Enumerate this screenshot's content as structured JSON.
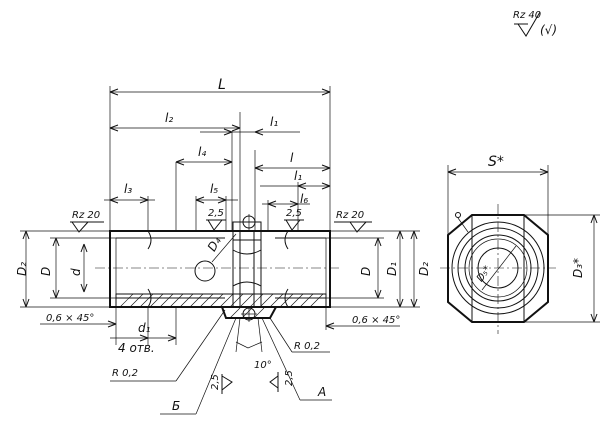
{
  "surface_finish": {
    "value": "Rz 40",
    "note": "(√)"
  },
  "dims": {
    "L": "L",
    "l2": "l₂",
    "l1_top": "l₁",
    "l4": "l₄",
    "l": "l",
    "l3": "l₃",
    "l5": "l₅",
    "l1_right": "l₁",
    "l6": "l₆",
    "rz20_left": "Rz 20",
    "rz20_right": "Rz 20",
    "v25_left": "2,5",
    "v25_right": "2,5",
    "D2_left": "D₂",
    "D_left": "D",
    "d": "d",
    "D4": "D₄",
    "D_right": "D",
    "D1": "D₁",
    "D2_right": "D₂",
    "chamfer_left": "0,6 × 45°",
    "d1": "d₁",
    "holes": "4 отв.",
    "chamfer_right": "0,6 × 45°",
    "r02_left": "R 0,2",
    "r02_right": "R 0,2",
    "angle": "10°",
    "v25_bottom_left": "2,5",
    "v25_bottom_right": "2,5",
    "B": "Б",
    "A": "А"
  },
  "side_view": {
    "S": "S*",
    "D3": "D₃*",
    "D5": "D₅*"
  }
}
